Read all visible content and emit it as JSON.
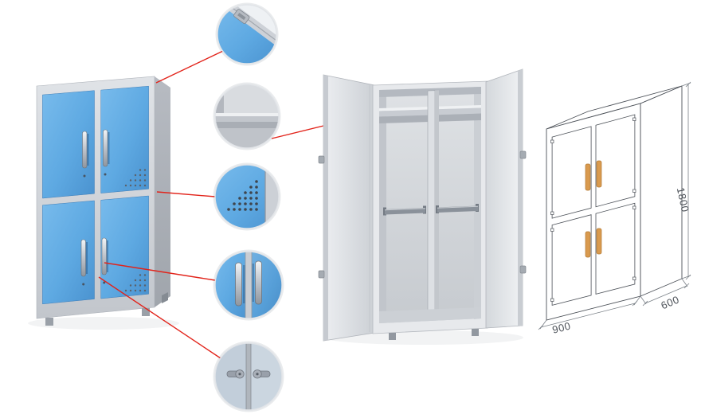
{
  "page": {
    "background_color": "#ffffff",
    "type": "product-detail-graphic"
  },
  "palette": {
    "door_blue": "#5ea9e2",
    "frame_gray": "#ccd0d6",
    "interior_gray": "#d6d9dd",
    "connector_red": "#e2231a",
    "drawing_line": "#4c5158",
    "drawing_handle_orange": "#d99a4e",
    "handle_silver": "#c7ccd2"
  },
  "closed_cabinet": {
    "name": "blue-four-door-locker"
  },
  "open_cabinet": {
    "name": "open-locker-interior"
  },
  "callouts": [
    {
      "name": "top-hinge-detail"
    },
    {
      "name": "interior-shelf-detail"
    },
    {
      "name": "vent-holes-detail"
    },
    {
      "name": "door-handles-detail"
    },
    {
      "name": "cam-locks-detail"
    }
  ],
  "dimension_drawing": {
    "name": "outline-dimension-view",
    "height_label": "1800",
    "width_label": "900",
    "depth_label": "600"
  }
}
